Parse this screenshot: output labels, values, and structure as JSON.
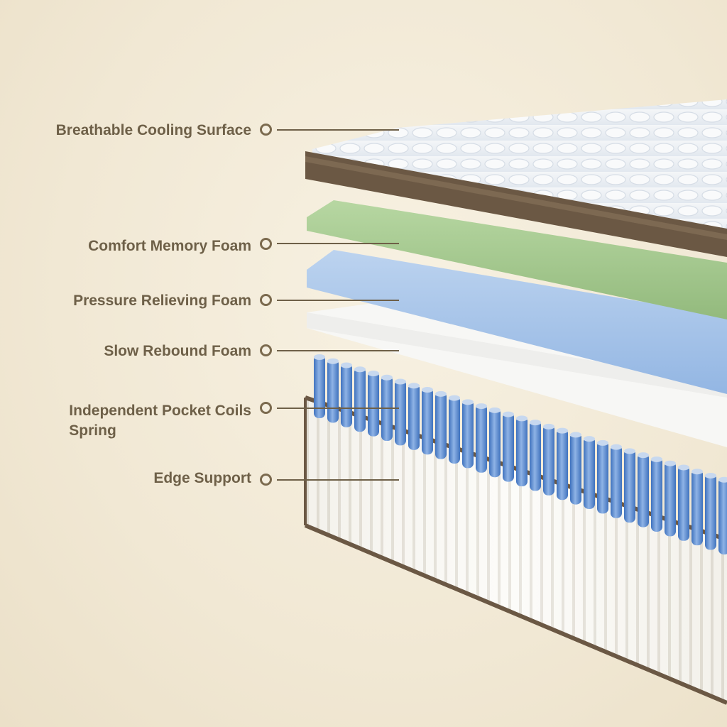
{
  "layers": [
    {
      "id": "cooling",
      "lines": [
        "Breathable Cooling Surface"
      ]
    },
    {
      "id": "memory",
      "lines": [
        "Comfort Memory Foam"
      ]
    },
    {
      "id": "pressure",
      "lines": [
        "Pressure Relieving Foam"
      ]
    },
    {
      "id": "rebound",
      "lines": [
        "Slow Rebound Foam"
      ]
    },
    {
      "id": "coils",
      "lines": [
        "Independent Pocket Coils",
        "Spring"
      ]
    },
    {
      "id": "edge",
      "lines": [
        "Edge Support"
      ]
    }
  ],
  "colors": {
    "label_text": "#6e6048",
    "marker": "#7b6a4e",
    "background": "#f3ebd9",
    "cover_border": "#6b5844",
    "memory_foam": "#a6c98f",
    "pressure_foam": "#a9c6ea",
    "rebound_foam": "#f6f6f4",
    "coils": "#5f8fd0",
    "edge_panel": "#fbfaf6"
  }
}
